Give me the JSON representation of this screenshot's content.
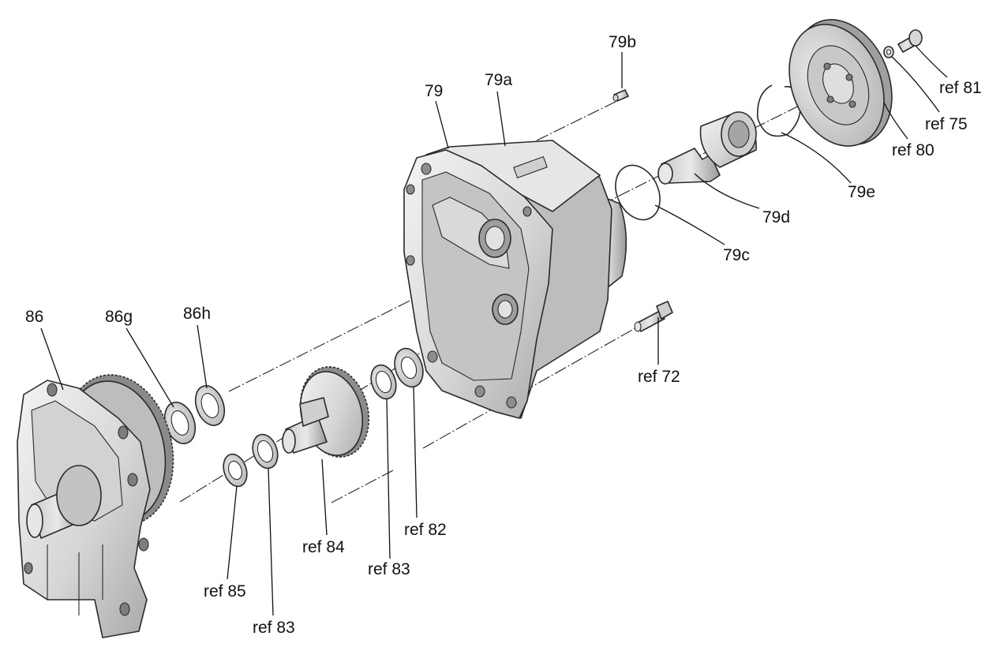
{
  "diagram": {
    "type": "exploded parts view",
    "callouts": {
      "c79b": "79b",
      "c79": "79",
      "c79a": "79a",
      "ref81": "ref 81",
      "ref75": "ref 75",
      "ref80": "ref 80",
      "c79e": "79e",
      "c79d": "79d",
      "c79c": "79c",
      "ref72": "ref 72",
      "c86": "86",
      "c86g": "86g",
      "c86h": "86h",
      "ref82": "ref 82",
      "ref84": "ref 84",
      "ref83a": "ref 83",
      "ref85": "ref 85",
      "ref83b": "ref 83"
    }
  }
}
